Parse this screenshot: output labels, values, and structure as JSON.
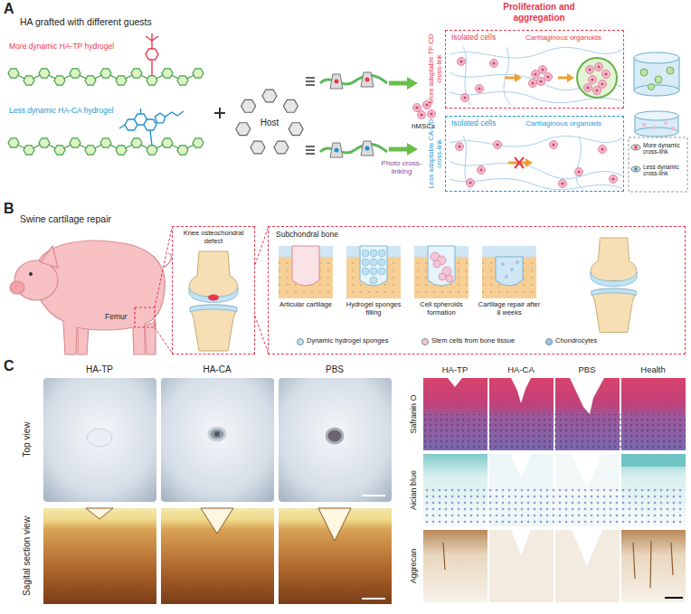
{
  "diagram": {
    "nodes": [
      {
        "text": [
          "Isolated cells",
          "Cartilaginous organoids"
        ]
      },
      {
        "text": [
          "Isolated cells",
          "Cartilaginous organoids"
        ]
      },
      {
        "text": [
          "Knee osteochondral defect"
        ]
      },
      {
        "text": [
          "Subchondral bone"
        ]
      }
    ],
    "edges": [
      {
        "from": 2,
        "to": 3,
        "arrow": "none"
      }
    ],
    "labels": [
      "A",
      "HA grafted with different guests",
      "More dynamic HA-TP hydrogel",
      "Less dynamic HA-CA hydrogel",
      "Host",
      "hMSCs",
      "Photo cross-linking",
      "Proliferation and aggregation",
      "More adaptable TP-CD cross-link",
      "Less adaptable CA-CD cross-link",
      "B",
      "Swine cartilage repair",
      "Femur",
      "Articular cartilage",
      "Hydrogel sponges filling",
      "Cell spheroids formation",
      "Cartilage repair after 8 weeks",
      "C",
      "HA-TP",
      "HA-CA",
      "PBS",
      "Top view",
      "Sagital section view",
      "HA-TP",
      "HA-CA",
      "PBS",
      "Health",
      "Safranin O",
      "Aician blue",
      "Aggrecan"
    ],
    "legend": [
      {
        "text": "More dynamic cross-link"
      },
      {
        "text": "Less dynamic cross-link"
      },
      {
        "text": "Dynamic hydrogel sponges",
        "color": "#bfe0f0"
      },
      {
        "text": "Stem cells from bone tissue",
        "color": "#f2c6d6"
      },
      {
        "text": "Chondrocytes",
        "color": "#9fc3e6"
      }
    ]
  }
}
